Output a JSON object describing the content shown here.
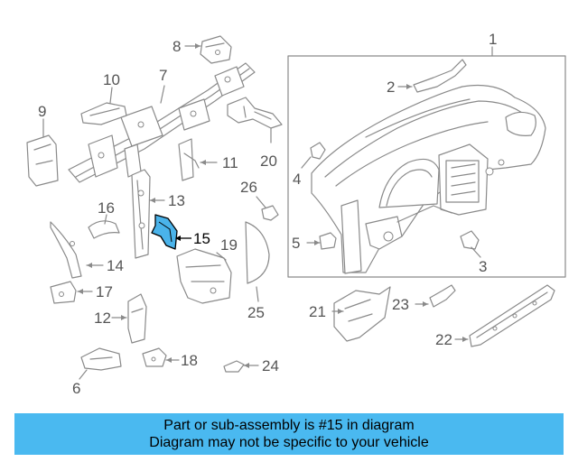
{
  "diagram": {
    "callouts": [
      "1",
      "2",
      "3",
      "4",
      "5",
      "6",
      "7",
      "8",
      "9",
      "10",
      "11",
      "12",
      "13",
      "14",
      "15",
      "16",
      "17",
      "18",
      "19",
      "20",
      "21",
      "22",
      "23",
      "24",
      "25",
      "26"
    ],
    "highlighted_part": "15",
    "colors": {
      "highlight_fill": "#4ab3ea",
      "line": "#8a8a8a",
      "caption_bg": "#4ab9f0"
    }
  },
  "caption": {
    "line1": "Part or sub-assembly is #15 in diagram",
    "line2": "Diagram may not be specific to your vehicle"
  }
}
